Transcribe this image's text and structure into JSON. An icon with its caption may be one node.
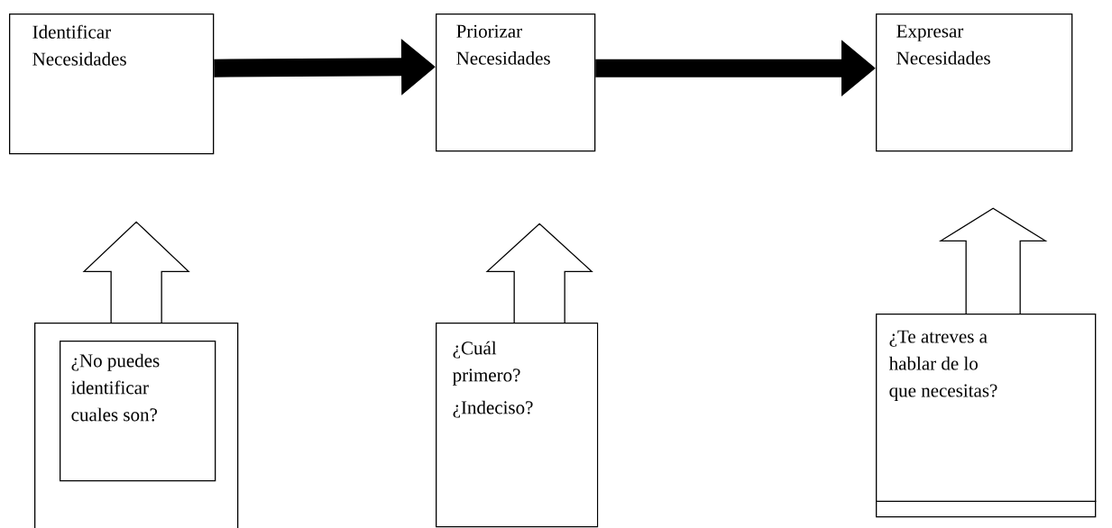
{
  "diagram": {
    "nodes": [
      {
        "text": [
          "Identificar Necesidades"
        ]
      },
      {
        "text": [
          "Priorizar Necesidades"
        ]
      },
      {
        "text": [
          "Expresar Necesidades"
        ]
      },
      {
        "text": [],
        "shape": "box"
      },
      {
        "text": [
          "¿No puedes identificar cuales son?"
        ],
        "in": 3
      },
      {
        "text": [
          "¿Cuál primero?",
          "¿Indeciso?"
        ]
      },
      {
        "text": [
          "¿Te atreves a hablar de lo que necesitas?"
        ]
      }
    ],
    "edges": [
      {
        "from": 0,
        "to": 1,
        "arrow": "to"
      },
      {
        "from": 1,
        "to": 2,
        "arrow": "to"
      },
      {
        "from": 3,
        "to": 0,
        "arrow": "to"
      },
      {
        "from": 5,
        "to": 1,
        "arrow": "to"
      },
      {
        "from": 6,
        "to": 2,
        "arrow": "to"
      }
    ]
  }
}
